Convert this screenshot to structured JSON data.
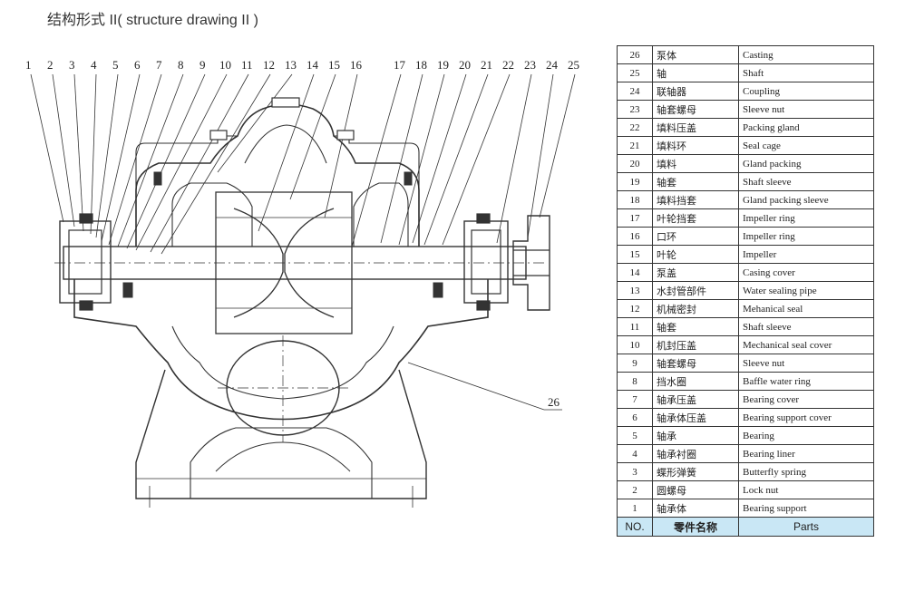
{
  "title": "结构形式 II( structure drawing II )",
  "callouts_top": [
    "1",
    "2",
    "3",
    "4",
    "5",
    "6",
    "7",
    "8",
    "9",
    "10",
    "11",
    "12",
    "13",
    "14",
    "15",
    "16",
    "17",
    "18",
    "19",
    "20",
    "21",
    "22",
    "23",
    "24",
    "25"
  ],
  "callout_26": "26",
  "table": {
    "rows": [
      {
        "no": "26",
        "cn": "泵体",
        "en": "Casting"
      },
      {
        "no": "25",
        "cn": "轴",
        "en": "Shaft"
      },
      {
        "no": "24",
        "cn": "联轴器",
        "en": "Coupling"
      },
      {
        "no": "23",
        "cn": "轴套螺母",
        "en": "Sleeve nut"
      },
      {
        "no": "22",
        "cn": "填料压盖",
        "en": "Packing gland"
      },
      {
        "no": "21",
        "cn": "填料环",
        "en": "Seal cage"
      },
      {
        "no": "20",
        "cn": "填料",
        "en": "Gland packing"
      },
      {
        "no": "19",
        "cn": "轴套",
        "en": "Shaft sleeve"
      },
      {
        "no": "18",
        "cn": "填料挡套",
        "en": "Gland packing sleeve"
      },
      {
        "no": "17",
        "cn": "叶轮挡套",
        "en": "Impeller ring"
      },
      {
        "no": "16",
        "cn": "口环",
        "en": "Impeller ring"
      },
      {
        "no": "15",
        "cn": "叶轮",
        "en": "Impeller"
      },
      {
        "no": "14",
        "cn": "泵盖",
        "en": "Casing cover"
      },
      {
        "no": "13",
        "cn": "水封管部件",
        "en": "Water sealing pipe"
      },
      {
        "no": "12",
        "cn": "机械密封",
        "en": "Mehanical seal"
      },
      {
        "no": "11",
        "cn": "轴套",
        "en": "Shaft sleeve"
      },
      {
        "no": "10",
        "cn": "机封压盖",
        "en": "Mechanical seal cover"
      },
      {
        "no": "9",
        "cn": "轴套螺母",
        "en": "Sleeve nut"
      },
      {
        "no": "8",
        "cn": "挡水圈",
        "en": "Baffle water ring"
      },
      {
        "no": "7",
        "cn": "轴承压盖",
        "en": "Bearing cover"
      },
      {
        "no": "6",
        "cn": "轴承体压盖",
        "en": "Bearing support cover"
      },
      {
        "no": "5",
        "cn": "轴承",
        "en": "Bearing"
      },
      {
        "no": "4",
        "cn": "轴承衬圈",
        "en": "Bearing liner"
      },
      {
        "no": "3",
        "cn": "蝶形弹簧",
        "en": "Butterfly spring"
      },
      {
        "no": "2",
        "cn": "圆螺母",
        "en": "Lock nut"
      },
      {
        "no": "1",
        "cn": "轴承体",
        "en": "Bearing support"
      }
    ],
    "header": {
      "no": "NO.",
      "cn": "零件名称",
      "en": "Parts"
    }
  }
}
